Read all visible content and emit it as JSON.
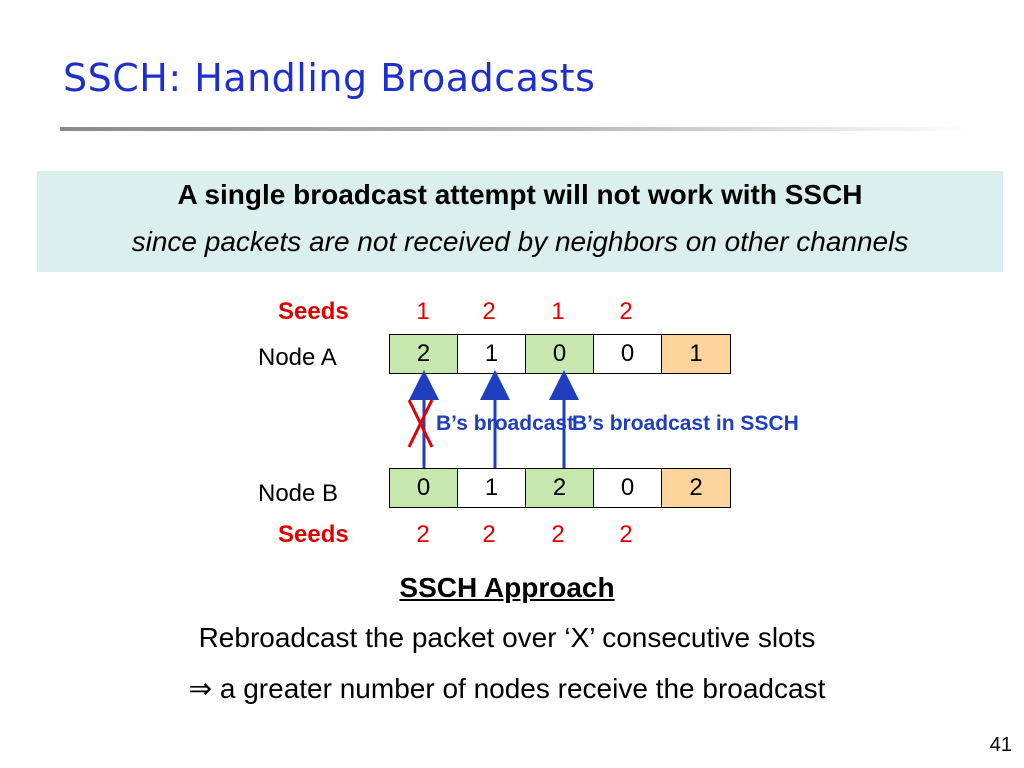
{
  "slide": {
    "title": "SSCH: Handling Broadcasts",
    "page_number": "41"
  },
  "callout": {
    "line1": "A single broadcast attempt will not work with SSCH",
    "line2": "since packets are not received by neighbors on other channels"
  },
  "diagram": {
    "seeds_label": "Seeds",
    "node_a": {
      "label": "Node A",
      "seeds": [
        "1",
        "2",
        "1",
        "2"
      ],
      "slots": [
        "2",
        "1",
        "0",
        "0",
        "1"
      ]
    },
    "node_b": {
      "label": "Node B",
      "seeds": [
        "2",
        "2",
        "2",
        "2"
      ],
      "slots": [
        "0",
        "1",
        "2",
        "0",
        "2"
      ]
    },
    "broadcast_label_1": "B’s broadcast",
    "broadcast_label_2": "B’s broadcast in SSCH",
    "colors": {
      "matching_slot": "#c6e7ae",
      "highlight_slot": "#fcd49c",
      "plain_slot": "#ffffff",
      "arrow": "#1f3fbf",
      "failure_mark": "#e00000",
      "seeds": "#e00000"
    }
  },
  "approach": {
    "title": "SSCH Approach",
    "line1": "Rebroadcast the packet over ‘X’ consecutive slots",
    "line2": "⇒ a greater number of nodes receive the broadcast"
  }
}
